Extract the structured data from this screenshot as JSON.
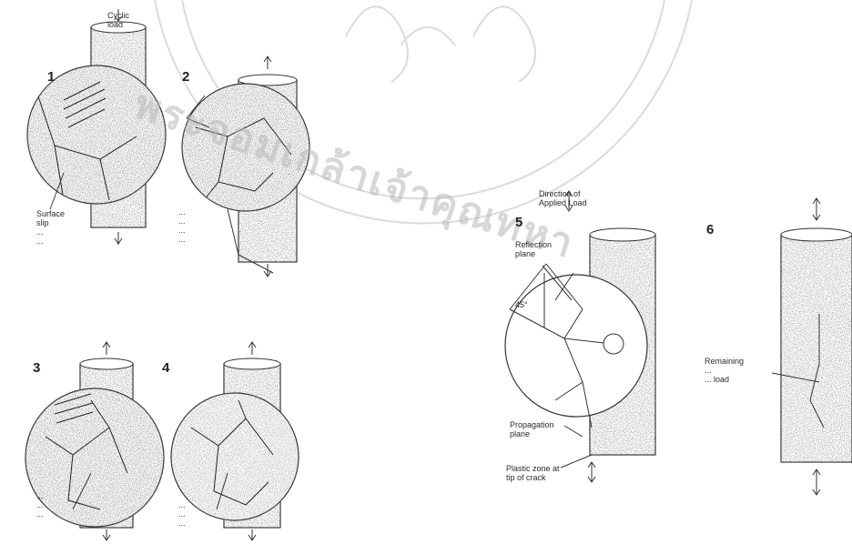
{
  "panels": {
    "p1": {
      "number": "1",
      "top_label": "Cyclic\nload",
      "bottom_label": "Surface\nslip\n...\n..."
    },
    "p2": {
      "number": "2",
      "bottom_label": "...\n...\n...\n..."
    },
    "p3": {
      "number": "3",
      "bottom_label": "...\n...\n..."
    },
    "p4": {
      "number": "4",
      "bottom_label": "...\n...\n..."
    },
    "p5": {
      "number": "5",
      "load_label": "Direction of\nApplied Load",
      "reflection_label": "Reflection\nplane",
      "angle_label": "45°",
      "propagation_label": "Propagation\nplane",
      "crack_label": "Plastic zone at\ntip of crack"
    },
    "p6": {
      "number": "6",
      "remaining_label": "Remaining\n...\n... load"
    }
  },
  "watermark": {
    "text": "พระจอมเกล้าเจ้าคุณทหา"
  },
  "colors": {
    "ink": "#2a2a2a",
    "speckle": "#555555",
    "watermark": "#b8b8b8"
  }
}
